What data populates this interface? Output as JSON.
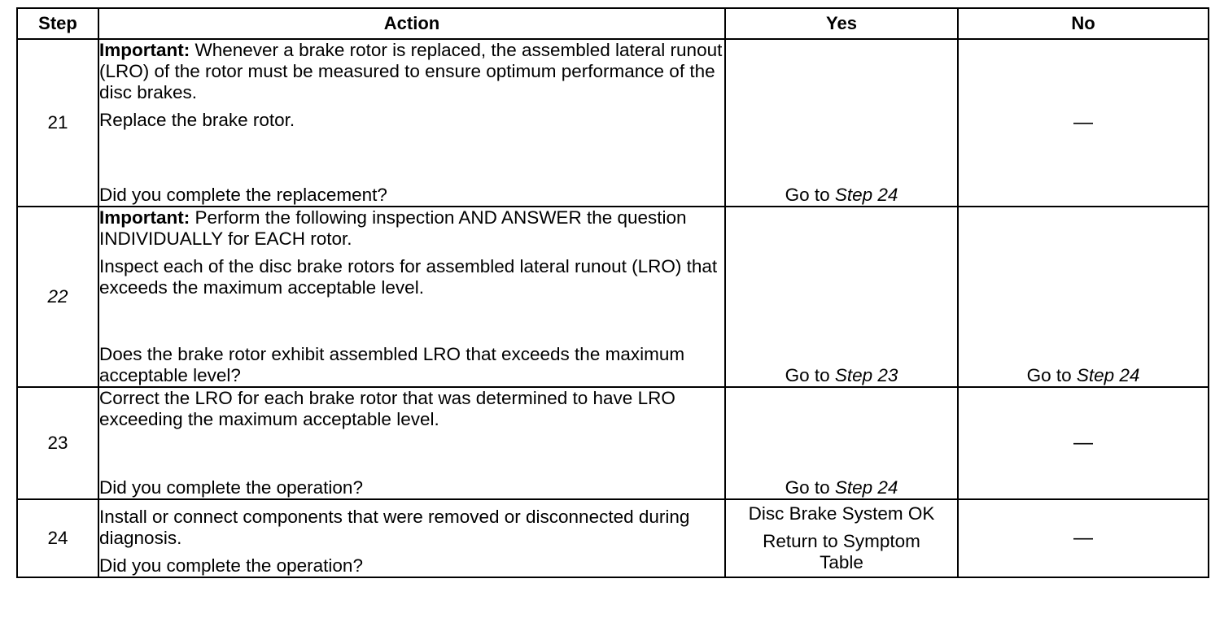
{
  "table": {
    "headers": {
      "step": "Step",
      "action": "Action",
      "yes": "Yes",
      "no": "No"
    },
    "rows": [
      {
        "step": "21",
        "important_label": "Important:",
        "important_text": " Whenever a brake rotor is replaced, the assembled lateral runout (LRO) of the rotor must be measured to ensure optimum performance of the disc brakes.",
        "instruction": "Replace the brake rotor.",
        "question": "Did you complete the replacement?",
        "yes_prefix": "Go to ",
        "yes_step": "Step 24",
        "no": "—"
      },
      {
        "step": "22",
        "important_label": "Important:",
        "important_text": " Perform the following inspection AND ANSWER the question INDIVIDUALLY for EACH rotor.",
        "instruction": "Inspect each of the disc brake rotors for assembled lateral runout (LRO) that exceeds the maximum acceptable level.",
        "question": "Does the brake rotor exhibit assembled LRO that exceeds the maximum acceptable level?",
        "yes_prefix": "Go to ",
        "yes_step": "Step 23",
        "no_prefix": "Go to ",
        "no_step": "Step 24"
      },
      {
        "step": "23",
        "instruction": "Correct the LRO for each brake rotor that was determined to have LRO exceeding the maximum acceptable level.",
        "question": "Did you complete the operation?",
        "yes_prefix": "Go to ",
        "yes_step": "Step 24",
        "no": "—"
      },
      {
        "step": "24",
        "instruction": "Install or connect components that were removed or disconnected during diagnosis.",
        "question": "Did you complete the operation?",
        "yes_line1": "Disc Brake System OK",
        "yes_line2": "Return to Symptom Table",
        "no": "—"
      }
    ]
  }
}
